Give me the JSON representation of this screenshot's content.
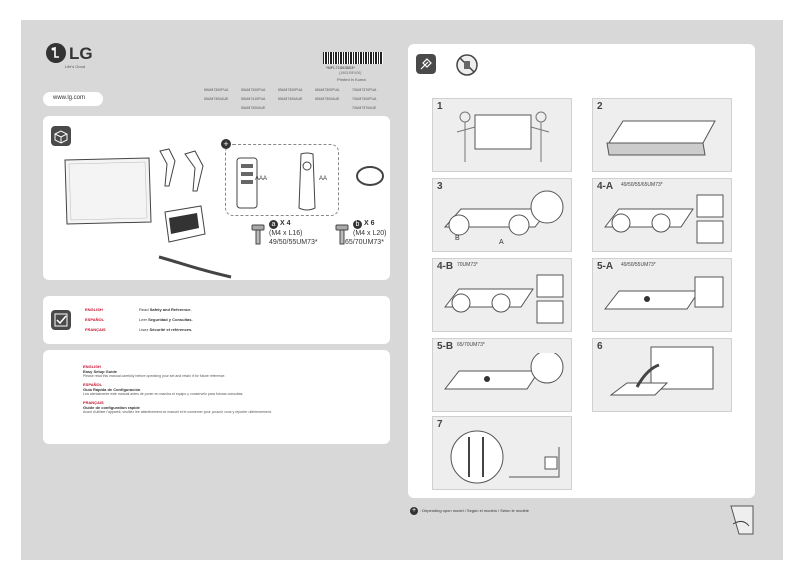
{
  "brand": {
    "logo": "LG",
    "tagline": "Life's Good",
    "website": "www.lg.com"
  },
  "barcode": {
    "code": "*MFL71563803*",
    "rev": "(1903-REV00)",
    "printed": "Printed in Korea"
  },
  "models": [
    "65UM7300PUA",
    "55UM7300PUA",
    "55UM7300PUA",
    "65UM7300PUA",
    "70UM7370PUA",
    "65UM7300AUE",
    "55UM7410PUA",
    "55UM7300AUE",
    "65UM7300AUE",
    "70UM7300PUA",
    "55UM7300AUE",
    "70UM7370AUE"
  ],
  "parts": {
    "screw_a": {
      "letter": "a",
      "count": "X 4",
      "size": "(M4 x L16)",
      "models": "49/50/55UM73*"
    },
    "screw_b": {
      "letter": "b",
      "count": "X 6",
      "size": "(M4 x L20)",
      "models": "65/70UM73*"
    },
    "batt_aaa": "AAA",
    "batt_aa": "AA"
  },
  "safety": [
    {
      "lang": "ENGLISH",
      "prefix": "Read ",
      "strong": "Safety and Reference."
    },
    {
      "lang": "ESPAÑOL",
      "prefix": "Leer ",
      "strong": "Seguridad y Consultas."
    },
    {
      "lang": "FRANÇAIS",
      "prefix": "Lisez ",
      "strong": "Sécurité et références."
    }
  ],
  "guides": [
    {
      "lang": "ENGLISH",
      "title": "Easy Setup Guide",
      "body": "Please read this manual carefully before operating your set and retain it for future reference."
    },
    {
      "lang": "ESPAÑOL",
      "title": "Guía Rápida de Configuración",
      "body": "Lea atentamente este manual antes de poner en marcha el equipo y consérvelo para futuras consultas."
    },
    {
      "lang": "FRANÇAIS",
      "title": "Guide de configuration rapide",
      "body": "Avant d'utiliser l'appareil, veuillez lire attentivement ce manuel et le conserver pour pouvoir vous y reporter ultérieurement."
    }
  ],
  "steps": [
    {
      "num": "1",
      "label": ""
    },
    {
      "num": "2",
      "label": ""
    },
    {
      "num": "3",
      "label": ""
    },
    {
      "num": "4-A",
      "label": "49/50/55/65UM73*"
    },
    {
      "num": "4-B",
      "label": "70UM73*"
    },
    {
      "num": "5-A",
      "label": "49/50/55UM73*"
    },
    {
      "num": "5-B",
      "label": "65/70UM73*"
    },
    {
      "num": "6",
      "label": ""
    },
    {
      "num": "7",
      "label": ""
    }
  ],
  "step3_labels": {
    "a": "A",
    "b": "B"
  },
  "footnote": ": Depending upon model / Según el modelo / Selon le modèle",
  "colors": {
    "accent": "#c8102e",
    "panel": "#ffffff",
    "sheet": "#d8d8d8",
    "icon": "#4a4a4a"
  }
}
